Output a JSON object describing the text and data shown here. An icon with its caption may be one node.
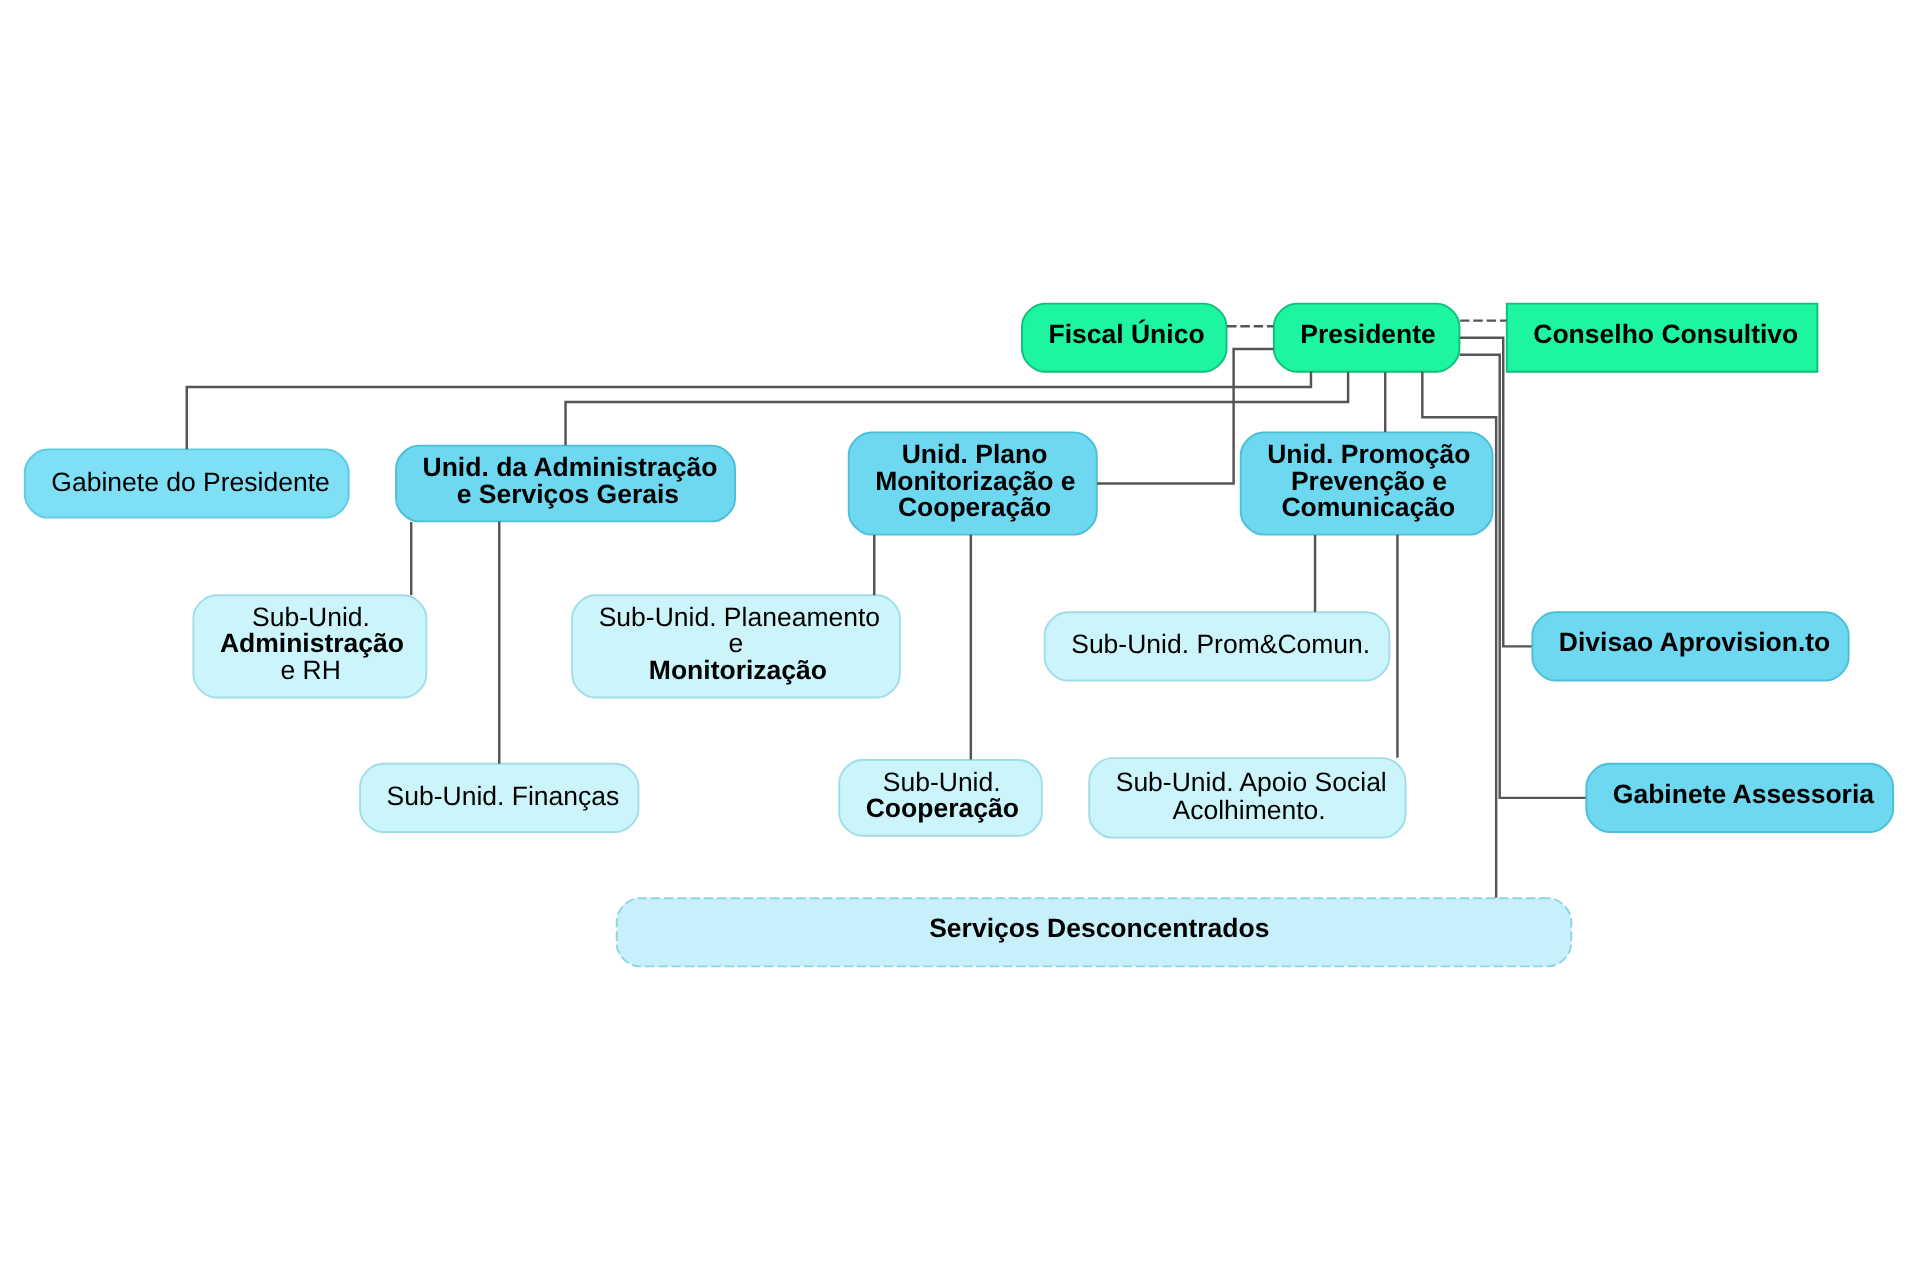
{
  "diagram": {
    "nodes": [
      {
        "text": [
          "Fiscal Único"
        ]
      },
      {
        "text": [
          "Presidente"
        ]
      },
      {
        "text": [
          "Conselho Consultivo"
        ]
      },
      {
        "text": [
          "Gabinete do Presidente"
        ]
      },
      {
        "text": [
          "Unid. da Administração e Serviços Gerais"
        ]
      },
      {
        "text": [
          "Unid. Plano Monitorização e Cooperação"
        ]
      },
      {
        "text": [
          "Unid. Promoção Prevenção e Comunicação"
        ]
      },
      {
        "text": [
          "Sub-Unid. **Administração** e RH"
        ]
      },
      {
        "text": [
          "Sub-Unid. Planeamento e **Monitorização**"
        ]
      },
      {
        "text": [
          "Sub-Unid. Prom&Comun."
        ]
      },
      {
        "text": [
          "Divisao Aprovision.to"
        ]
      },
      {
        "text": [
          "Sub-Unid. Finanças"
        ]
      },
      {
        "text": [
          "Sub-Unid. **Cooperação**"
        ]
      },
      {
        "text": [
          "Sub-Unid. Apoio Social Acolhimento."
        ]
      },
      {
        "text": [
          "Gabinete Assessoria"
        ]
      },
      {
        "text": [
          "Serviços Desconcentrados"
        ]
      }
    ],
    "edges": [
      {
        "from": 1,
        "to": 0,
        "arrow": "none",
        "style": "dashed"
      },
      {
        "from": 1,
        "to": 2,
        "arrow": "none",
        "style": "dashed"
      },
      {
        "from": 1,
        "to": 3,
        "arrow": "none"
      },
      {
        "from": 1,
        "to": 4,
        "arrow": "none"
      },
      {
        "from": 1,
        "to": 5,
        "arrow": "none"
      },
      {
        "from": 1,
        "to": 6,
        "arrow": "none"
      },
      {
        "from": 1,
        "to": 10,
        "arrow": "none"
      },
      {
        "from": 1,
        "to": 14,
        "arrow": "none"
      },
      {
        "from": 1,
        "to": 15,
        "arrow": "none"
      },
      {
        "from": 4,
        "to": 7,
        "arrow": "none"
      },
      {
        "from": 4,
        "to": 11,
        "arrow": "none"
      },
      {
        "from": 5,
        "to": 8,
        "arrow": "none"
      },
      {
        "from": 5,
        "to": 12,
        "arrow": "none"
      },
      {
        "from": 6,
        "to": 9,
        "arrow": "none"
      },
      {
        "from": 6,
        "to": 13,
        "arrow": "none"
      }
    ]
  }
}
